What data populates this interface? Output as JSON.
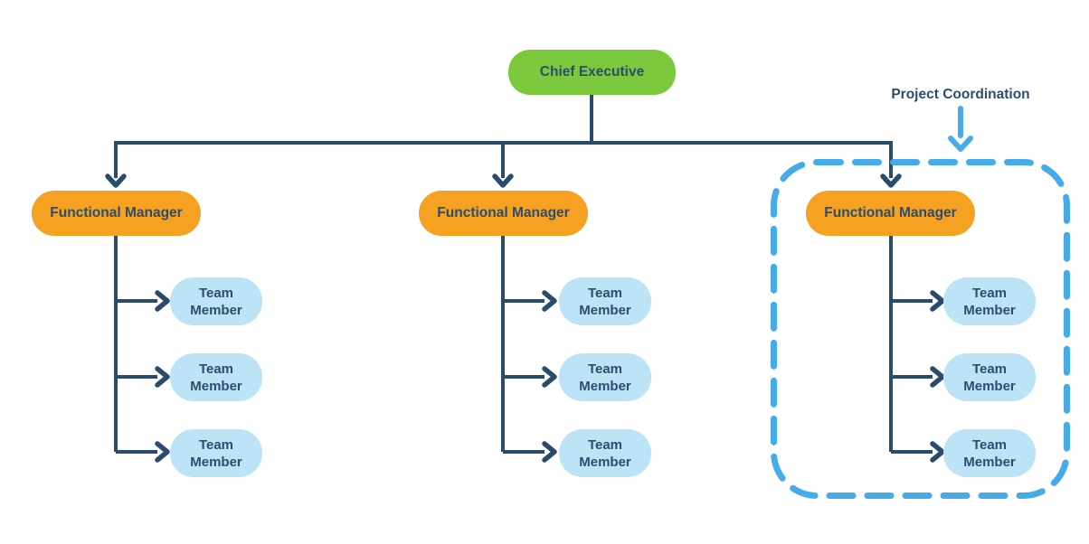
{
  "diagram": {
    "chief_executive": {
      "label": "Chief Executive"
    },
    "columns": [
      {
        "manager": {
          "label": "Functional Manager"
        },
        "team_members": [
          {
            "label": "Team Member"
          },
          {
            "label": "Team Member"
          },
          {
            "label": "Team Member"
          }
        ]
      },
      {
        "manager": {
          "label": "Functional Manager"
        },
        "team_members": [
          {
            "label": "Team Member"
          },
          {
            "label": "Team Member"
          },
          {
            "label": "Team Member"
          }
        ]
      },
      {
        "manager": {
          "label": "Functional Manager"
        },
        "team_members": [
          {
            "label": "Team Member"
          },
          {
            "label": "Team Member"
          },
          {
            "label": "Team Member"
          }
        ]
      }
    ],
    "annotation": {
      "label": "Project Coordination"
    }
  },
  "colors": {
    "executive": "#7CC93E",
    "manager": "#F5A121",
    "team": "#BDE3F7",
    "line": "#2B4B6D",
    "text": "#2E4D6E",
    "accent": "#45ACE9",
    "background": "#FFFFFF"
  }
}
